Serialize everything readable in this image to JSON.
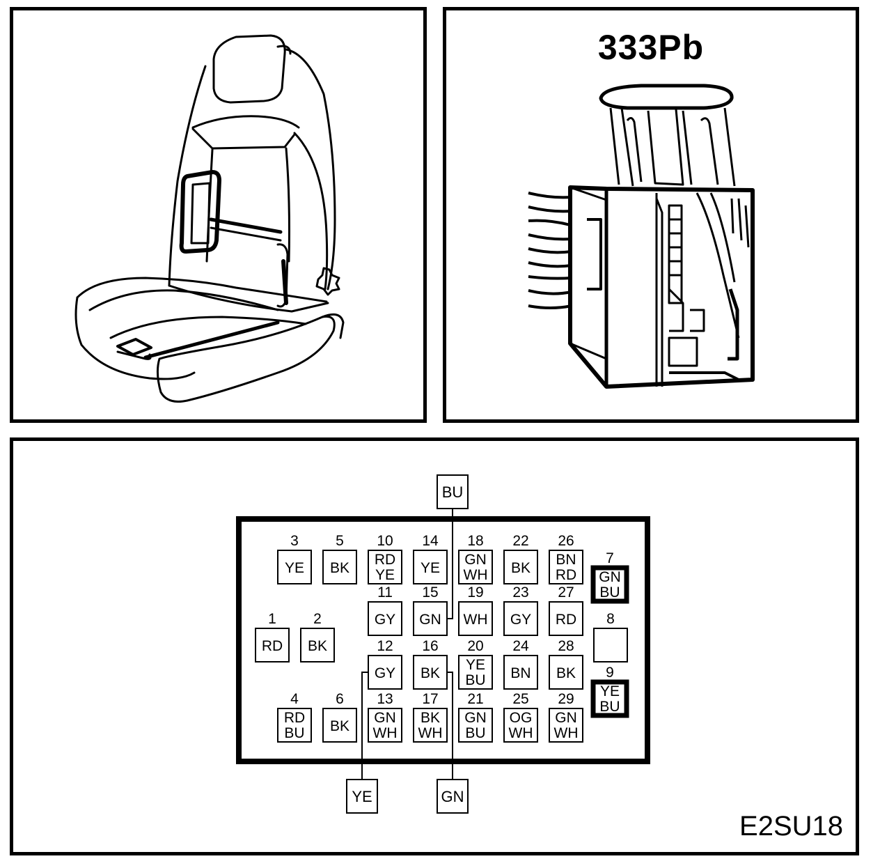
{
  "connector_id": "333Pb",
  "figure_code": "E2SU18",
  "pins": [
    {
      "num": "3",
      "colors": [
        "YE"
      ]
    },
    {
      "num": "5",
      "colors": [
        "BK"
      ]
    },
    {
      "num": "10",
      "colors": [
        "RD",
        "YE"
      ]
    },
    {
      "num": "14",
      "colors": [
        "YE"
      ]
    },
    {
      "num": "18",
      "colors": [
        "GN",
        "WH"
      ]
    },
    {
      "num": "22",
      "colors": [
        "BK"
      ]
    },
    {
      "num": "26",
      "colors": [
        "BN",
        "RD"
      ]
    },
    {
      "num": "7",
      "colors": [
        "GN",
        "BU"
      ],
      "bold": true
    },
    {
      "num": "11",
      "colors": [
        "GY"
      ]
    },
    {
      "num": "15",
      "colors": [
        "GN"
      ]
    },
    {
      "num": "19",
      "colors": [
        "WH"
      ]
    },
    {
      "num": "23",
      "colors": [
        "GY"
      ]
    },
    {
      "num": "27",
      "colors": [
        "RD"
      ]
    },
    {
      "num": "1",
      "colors": [
        "RD"
      ]
    },
    {
      "num": "2",
      "colors": [
        "BK"
      ]
    },
    {
      "num": "8",
      "colors": []
    },
    {
      "num": "12",
      "colors": [
        "GY"
      ]
    },
    {
      "num": "16",
      "colors": [
        "BK"
      ]
    },
    {
      "num": "20",
      "colors": [
        "YE",
        "BU"
      ]
    },
    {
      "num": "24",
      "colors": [
        "BN"
      ]
    },
    {
      "num": "28",
      "colors": [
        "BK"
      ]
    },
    {
      "num": "9",
      "colors": [
        "YE",
        "BU"
      ],
      "bold": true
    },
    {
      "num": "4",
      "colors": [
        "RD",
        "BU"
      ]
    },
    {
      "num": "6",
      "colors": [
        "BK"
      ]
    },
    {
      "num": "13",
      "colors": [
        "GN",
        "WH"
      ]
    },
    {
      "num": "17",
      "colors": [
        "BK",
        "WH"
      ]
    },
    {
      "num": "21",
      "colors": [
        "GN",
        "BU"
      ]
    },
    {
      "num": "25",
      "colors": [
        "OG",
        "WH"
      ]
    },
    {
      "num": "29",
      "colors": [
        "GN",
        "WH"
      ]
    }
  ],
  "external_wires": [
    {
      "color": "BU",
      "pin": "15"
    },
    {
      "color": "YE",
      "pin": "12"
    },
    {
      "color": "GN",
      "pin": "16"
    }
  ]
}
